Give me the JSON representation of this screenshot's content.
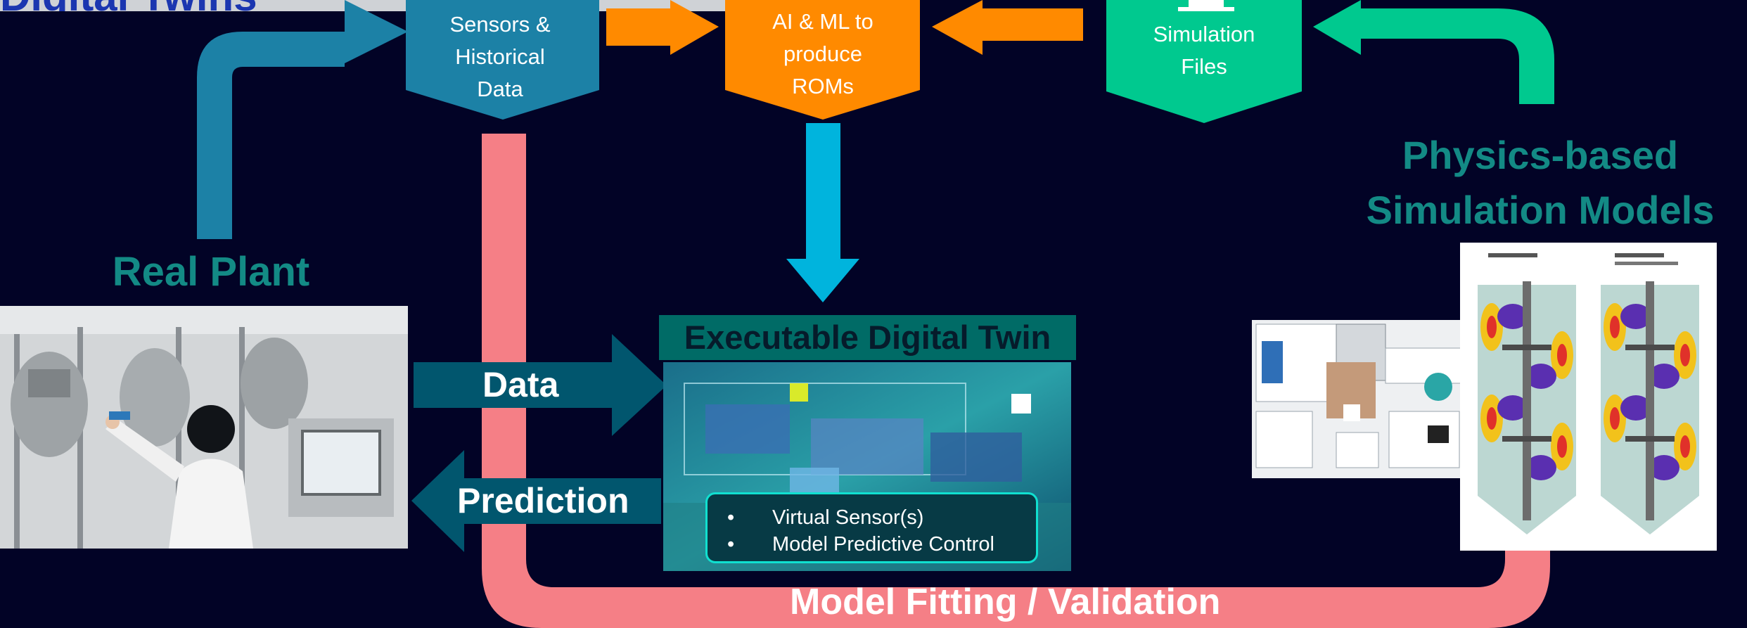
{
  "title": "Digital Twins",
  "nodes": {
    "sensors": [
      "Sensors &",
      "Historical",
      "Data"
    ],
    "ai": [
      "AI & ML to",
      "produce",
      "ROMs"
    ],
    "sim_files": [
      "Simulation",
      "Files"
    ]
  },
  "headings": {
    "physics": [
      "Physics-based",
      "Simulation Models"
    ],
    "real_plant": "Real Plant"
  },
  "arrows": {
    "data": "Data",
    "prediction": "Prediction",
    "fitting": "Model Fitting / Validation"
  },
  "twin": {
    "title": "Executable Digital Twin",
    "bullets": [
      "Virtual Sensor(s)",
      "Model Predictive Control"
    ]
  },
  "colors": {
    "background": "#020326",
    "sensors": "#1c81a6",
    "ai": "#ff8a00",
    "sim": "#00c98f",
    "fit_arrow": "#f57f86",
    "rom_arrow": "#00b4dd",
    "data_arrow": "#01566e",
    "heading": "#138a85"
  }
}
